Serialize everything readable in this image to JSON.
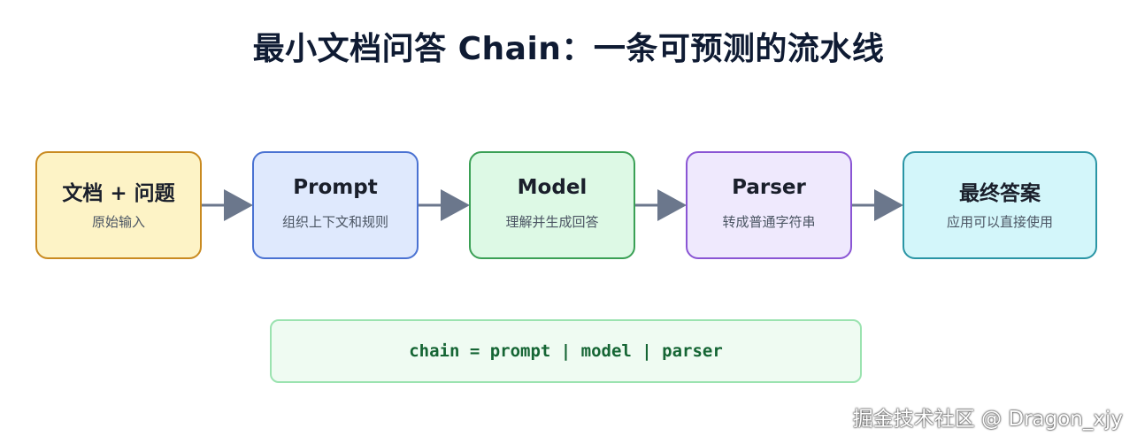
{
  "title": "最小文档问答 Chain：一条可预测的流水线",
  "nodes": [
    {
      "title": "文档 + 问题",
      "subtitle": "原始输入",
      "fill": "#fdf3c6",
      "border": "#c98a20"
    },
    {
      "title": "Prompt",
      "subtitle": "组织上下文和规则",
      "fill": "#dfe9fd",
      "border": "#4a72d2"
    },
    {
      "title": "Model",
      "subtitle": "理解并生成回答",
      "fill": "#ddf9e5",
      "border": "#3aa055"
    },
    {
      "title": "Parser",
      "subtitle": "转成普通字符串",
      "fill": "#efe9fd",
      "border": "#8a55d4"
    },
    {
      "title": "最终答案",
      "subtitle": "应用可以直接使用",
      "fill": "#d3f6fa",
      "border": "#2a95a5"
    }
  ],
  "arrow_color": "#6b778c",
  "code": "chain = prompt | model | parser",
  "watermark": "掘金技术社区 @ Dragon_xjy"
}
